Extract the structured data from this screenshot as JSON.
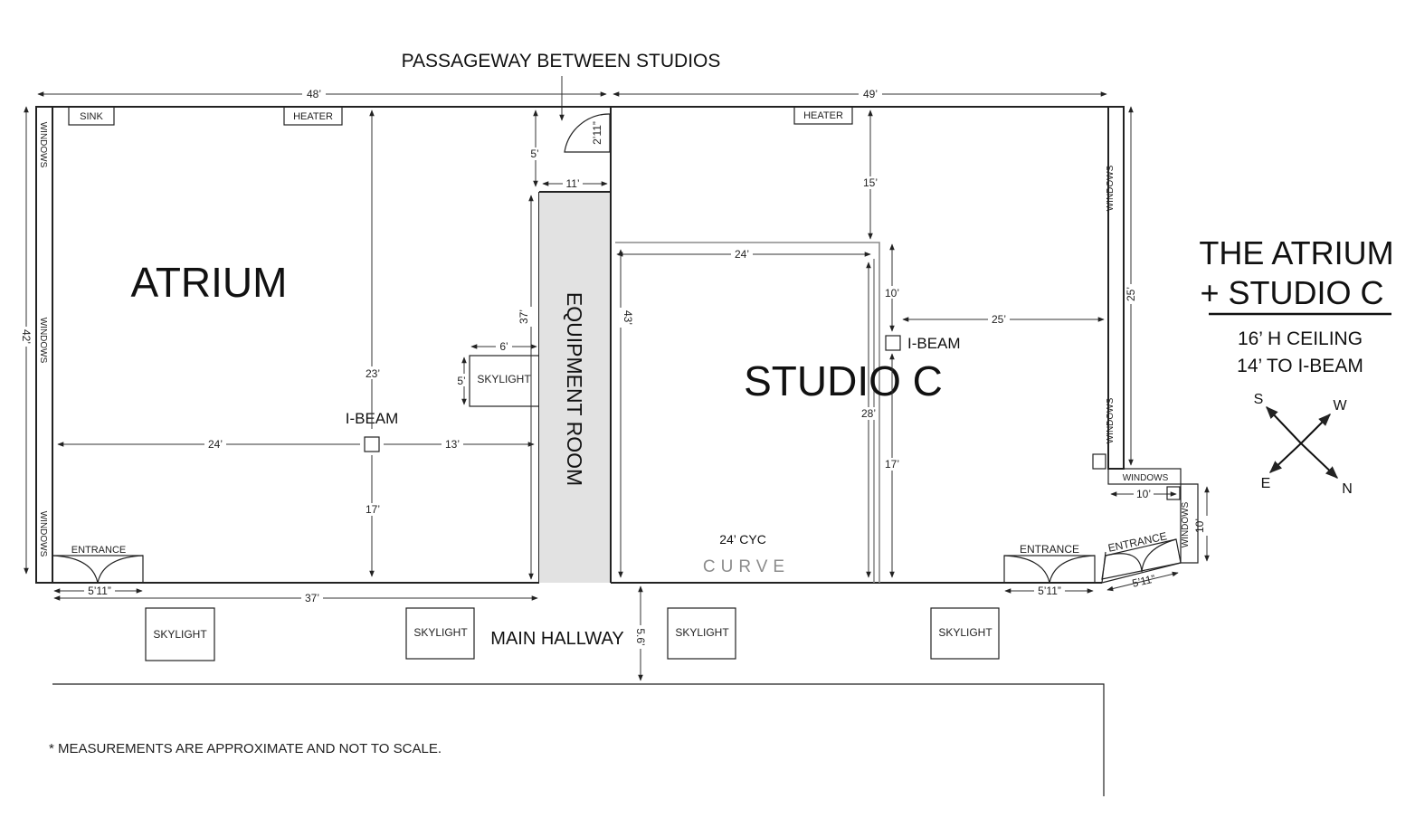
{
  "labels": {
    "passageway": "PASSAGEWAY BETWEEN STUDIOS",
    "atrium": "ATRIUM",
    "studio_c": "STUDIO C",
    "equipment_room": "EQUIPMENT ROOM",
    "main_hallway": "MAIN HALLWAY",
    "sink": "SINK",
    "heater": "HEATER",
    "windows": "WINDOWS",
    "skylight": "SKYLIGHT",
    "i_beam": "I-BEAM",
    "entrance": "ENTRANCE",
    "cyc": "24’ CYC",
    "curve": "CURVE",
    "note": "* MEASUREMENTS ARE APPROXIMATE AND NOT TO SCALE."
  },
  "title": {
    "line1": "THE ATRIUM",
    "line2": "+ STUDIO C",
    "ceiling": "16’ H CEILING",
    "ibeam_height": "14’ TO I-BEAM"
  },
  "compass": {
    "s": "S",
    "w": "W",
    "e": "E",
    "n": "N"
  },
  "dims": {
    "top_left_width": "48’",
    "top_right_width": "49’",
    "atrium_height": "42’",
    "passage_depth": "5’",
    "door_width": "2’11”",
    "equip_width": "11’",
    "equip_length": "37’",
    "studio_height": "43’",
    "to_ibeam_top": "23’",
    "to_ibeam_bottom": "17’",
    "to_ibeam_left": "24’",
    "to_ibeam_right": "13’",
    "skylight_w": "6’",
    "skylight_h": "5’",
    "studio_top_gap": "15’",
    "studio_inner_width": "24’",
    "cyc_depth": "28’",
    "ibeam_c_top": "10’",
    "ibeam_c_right": "25’",
    "ibeam_c_bottom": "17’",
    "right_wall": "25’",
    "atrium_entrance": "5’11”",
    "atrium_bottom": "37’",
    "hallway_width": "5.6’",
    "studio_entrance": "5’11”",
    "corner_entrance": "5’11”",
    "corner_width": "10’",
    "corner_height": "10’"
  },
  "colors": {
    "equipment_fill": "#e2e2e2",
    "curve_text": "#8c8c8c",
    "gray_wall": "#8c8c8c"
  }
}
